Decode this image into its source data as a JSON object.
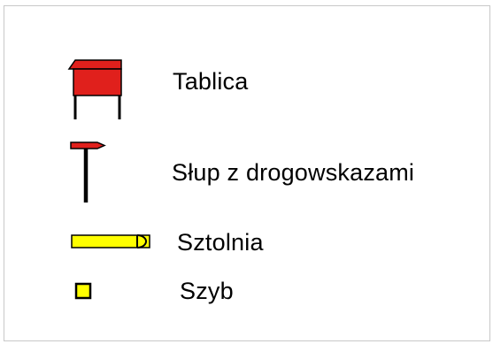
{
  "legend": {
    "items": [
      {
        "label": "Tablica",
        "icon": "notice-board-icon",
        "color": "#e0201c"
      },
      {
        "label": "Słup z drogowskazami",
        "icon": "signpost-icon",
        "color": "#e0201c"
      },
      {
        "label": "Sztolnia",
        "icon": "adit-icon",
        "color": "#ffff00"
      },
      {
        "label": "Szyb",
        "icon": "shaft-icon",
        "color": "#ffff00"
      }
    ]
  },
  "colors": {
    "red_fill": "#e0201c",
    "yellow_fill": "#ffff00",
    "outline": "#000000",
    "frame_border": "#c8c8c8"
  }
}
